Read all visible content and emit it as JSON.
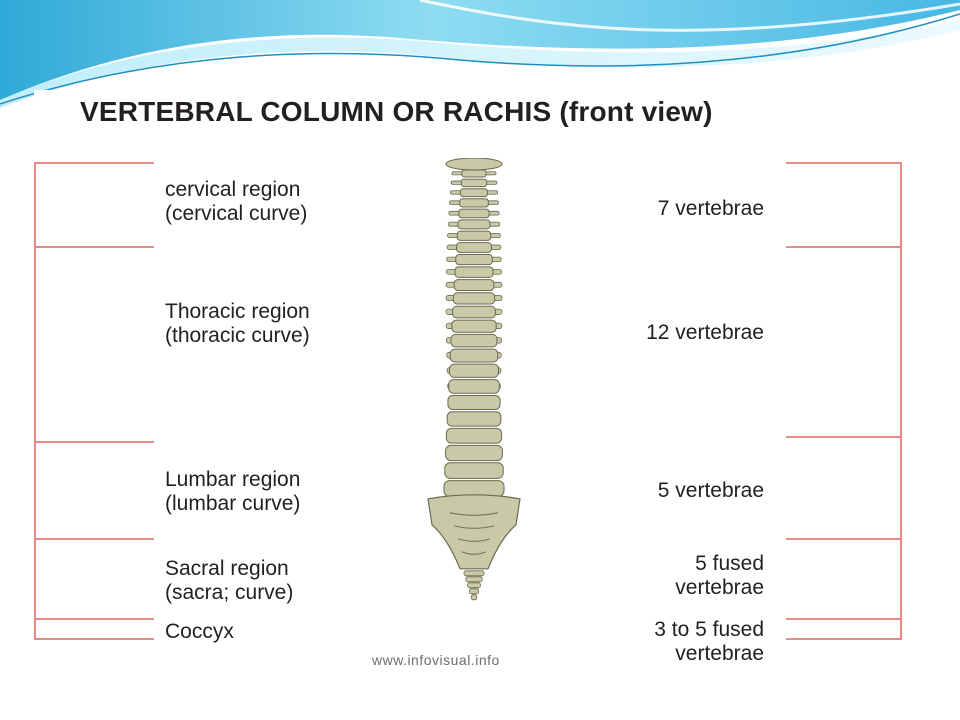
{
  "title": "VERTEBRAL COLUMN OR RACHIS (front view)",
  "regions": [
    {
      "line1": "cervical region",
      "line2": "(cervical curve)",
      "count": "7 vertebrae"
    },
    {
      "line1": "Thoracic region",
      "line2": "(thoracic curve)",
      "count": "12 vertebrae"
    },
    {
      "line1": "Lumbar region",
      "line2": "(lumbar curve)",
      "count": "5 vertebrae"
    },
    {
      "line1": "Sacral region",
      "line2": "(sacra; curve)",
      "count_line1": "5 fused",
      "count_line2": "vertebrae"
    },
    {
      "line1": "Coccyx",
      "count_line1": "3 to 5 fused",
      "count_line2": "vertebrae"
    }
  ],
  "credit": "www.infovisual.info",
  "colors": {
    "bracket": "#e88a8a",
    "bone": "#c8c9a6",
    "bone_outline": "#6b6a50",
    "banner": "#5ec6e6"
  }
}
